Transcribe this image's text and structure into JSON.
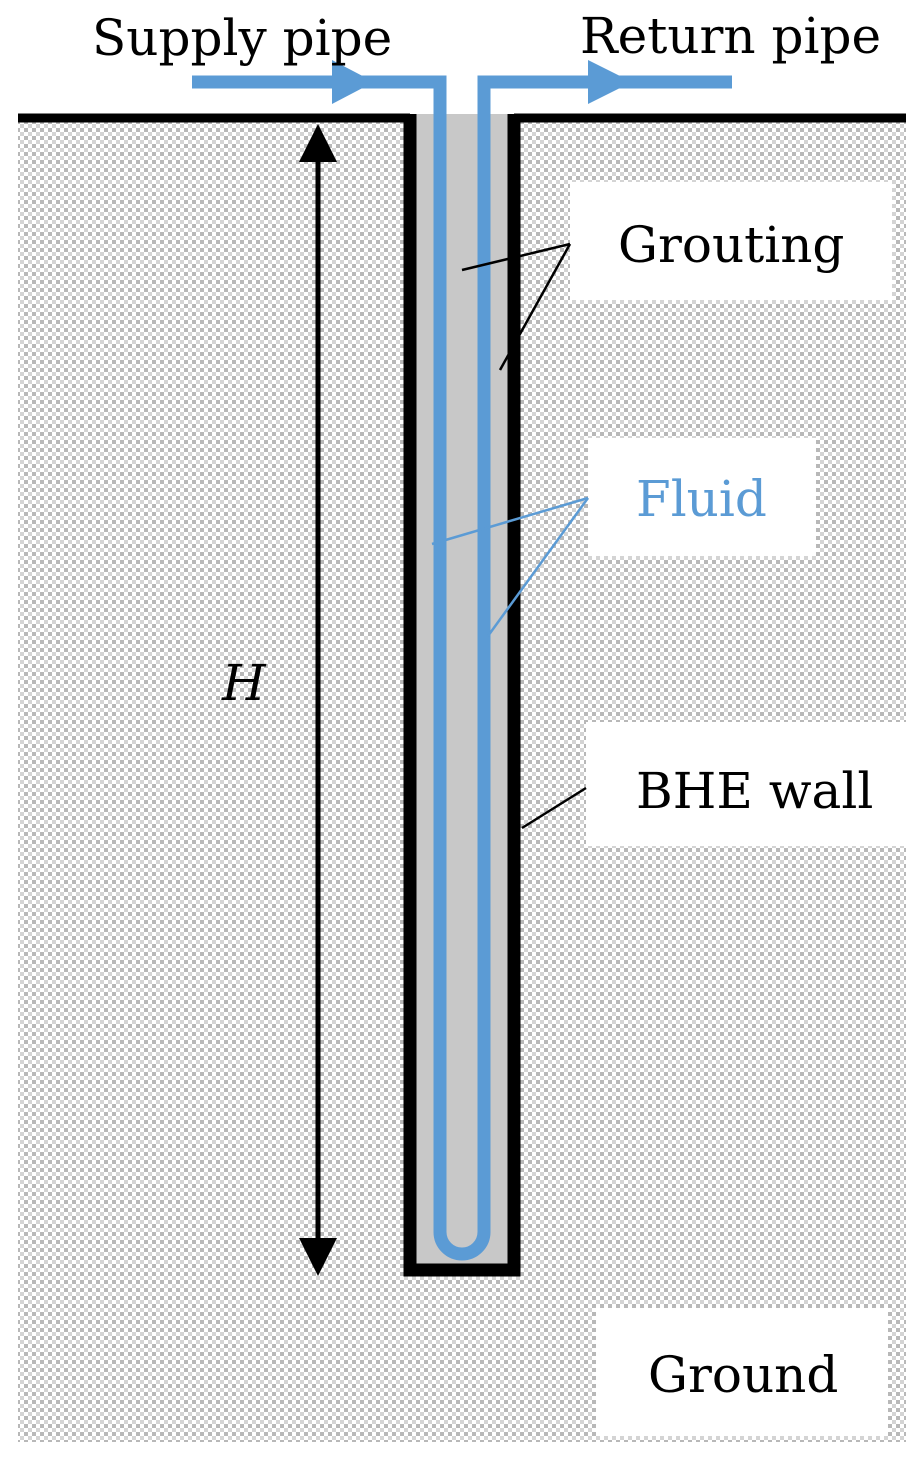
{
  "labels": {
    "supply_pipe": "Supply pipe",
    "return_pipe": "Return pipe",
    "grouting": "Grouting",
    "fluid": "Fluid",
    "bhe_wall": "BHE wall",
    "ground": "Ground",
    "depth": "H"
  },
  "colors": {
    "fluid_pipe": "#5b9bd5",
    "grout_fill": "#c8c8c8",
    "borehole_wall": "#000000",
    "ground_dots": "#b0b0b0",
    "label_box": "#ffffff"
  },
  "icons": {
    "supply_flow": "arrow-right-icon",
    "return_flow": "arrow-right-icon",
    "depth_span": "double-arrow-vertical-icon"
  }
}
